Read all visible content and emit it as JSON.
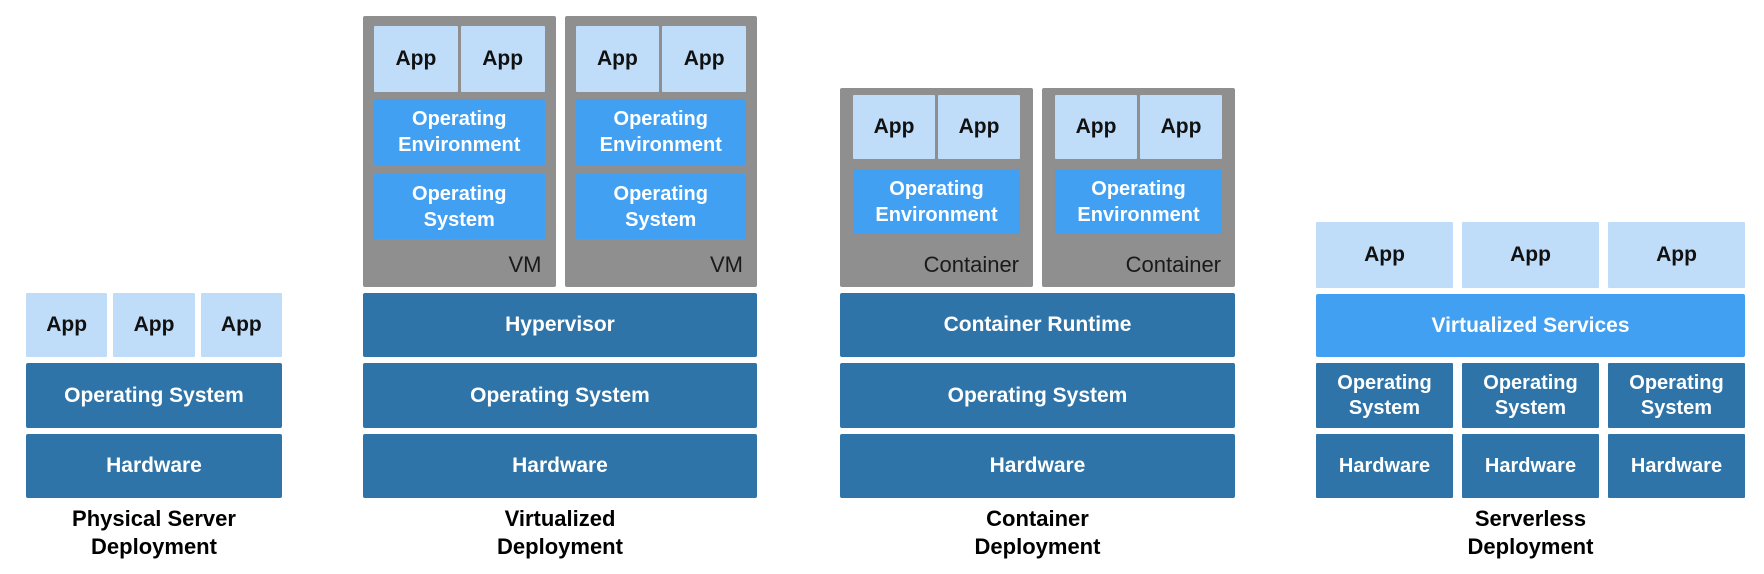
{
  "colors": {
    "dark_blue": "#2F74A8",
    "bright_blue": "#42A0F3",
    "light_blue": "#BFDDF9",
    "gray": "#8F8F8F"
  },
  "columns": [
    {
      "name": "physical-server",
      "label": [
        "Physical Server",
        "Deployment"
      ],
      "apps": [
        "App",
        "App",
        "App"
      ],
      "layers": [
        "Operating System",
        "Hardware"
      ]
    },
    {
      "name": "virtualized",
      "label": [
        "Virtualized",
        "Deployment"
      ],
      "units": [
        {
          "tag": "VM",
          "apps": [
            "App",
            "App"
          ],
          "stack": [
            "Operating Environment",
            "Operating System"
          ]
        },
        {
          "tag": "VM",
          "apps": [
            "App",
            "App"
          ],
          "stack": [
            "Operating Environment",
            "Operating System"
          ]
        }
      ],
      "layers": [
        "Hypervisor",
        "Operating System",
        "Hardware"
      ]
    },
    {
      "name": "container",
      "label": [
        "Container",
        "Deployment"
      ],
      "units": [
        {
          "tag": "Container",
          "apps": [
            "App",
            "App"
          ],
          "stack": [
            "Operating Environment"
          ]
        },
        {
          "tag": "Container",
          "apps": [
            "App",
            "App"
          ],
          "stack": [
            "Operating Environment"
          ]
        }
      ],
      "layers": [
        "Container Runtime",
        "Operating System",
        "Hardware"
      ]
    },
    {
      "name": "serverless",
      "label": [
        "Serverless",
        "Deployment"
      ],
      "apps": [
        "App",
        "App",
        "App"
      ],
      "service_layer": "Virtualized Services",
      "node_stacks": [
        {
          "layers": [
            "Operating System",
            "Hardware"
          ]
        },
        {
          "layers": [
            "Operating System",
            "Hardware"
          ]
        },
        {
          "layers": [
            "Operating System",
            "Hardware"
          ]
        }
      ]
    }
  ]
}
